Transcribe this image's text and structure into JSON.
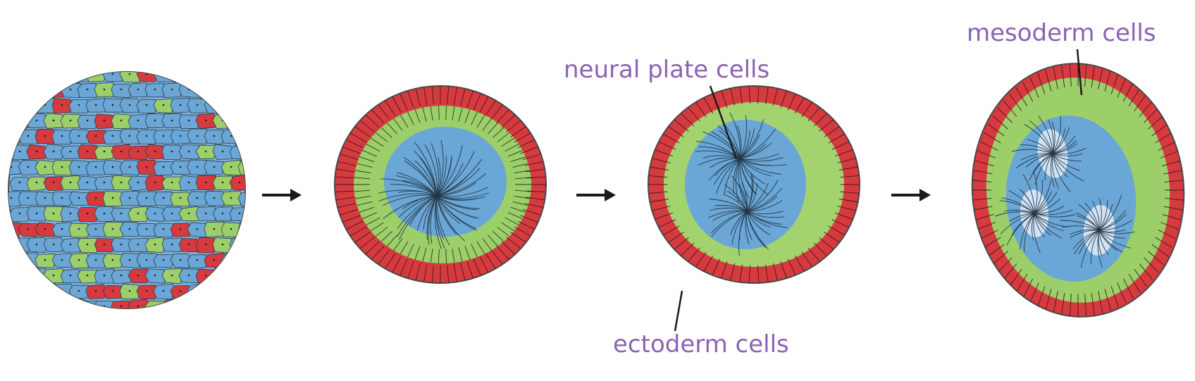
{
  "labels": {
    "neural_plate": "neural plate cells",
    "mesoderm": "mesoderm cells",
    "ectoderm": "ectoderm cells"
  },
  "colors": {
    "ectoderm": "#d63a3f",
    "mesoderm": "#9ccf6a",
    "neural_plate": "#6aa6d6",
    "label": "#8a63b3",
    "arrow": "#1a1a1a",
    "outline": "#3a3a3a"
  },
  "stages": [
    {
      "id": "stage-1",
      "description_visible": false
    },
    {
      "id": "stage-2",
      "description_visible": false
    },
    {
      "id": "stage-3",
      "description_visible": false
    },
    {
      "id": "stage-4",
      "description_visible": false
    }
  ]
}
